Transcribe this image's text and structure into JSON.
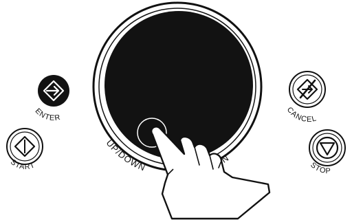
{
  "panel": {
    "background_color": "#ffffff",
    "ink_color": "#111111",
    "dial": {
      "ring_label": "UP/DOWN ROTATION",
      "visible_left_text": "UP/DOWN",
      "visible_right_text": "TION"
    },
    "buttons": [
      {
        "id": "enter",
        "label": "ENTER",
        "icon": "enter-arrow-diamond-icon"
      },
      {
        "id": "start",
        "label": "START",
        "icon": "start-diamond-icon"
      },
      {
        "id": "cancel",
        "label": "CANCEL",
        "icon": "cancel-crossed-arrow-icon"
      },
      {
        "id": "stop",
        "label": "STOP",
        "icon": "stop-triangle-icon"
      }
    ],
    "overlay": {
      "icon": "hand-pointer-icon"
    }
  }
}
